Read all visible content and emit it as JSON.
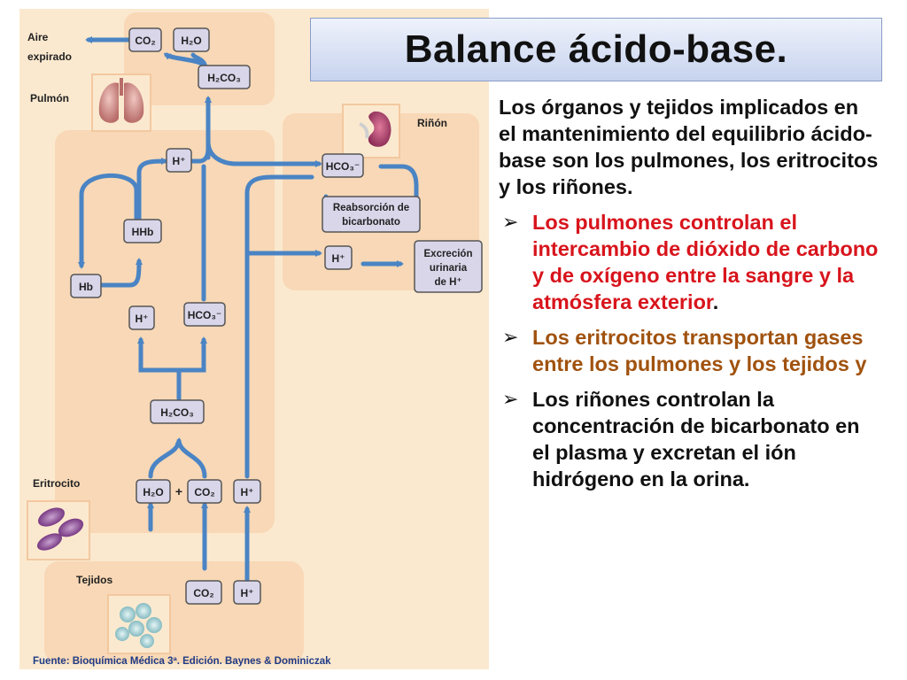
{
  "title": "Balance ácido-base.",
  "intro": "Los órganos y tejidos implicados en el mantenimiento del equilibrio ácido-base son los pulmones, los eritrocitos y los riñones.",
  "bullets": [
    {
      "text": "Los pulmones controlan el intercambio de dióxido de carbono y de oxígeno entre la sangre  y la atmósfera exterior",
      "tail": ".",
      "color": "#d8141c"
    },
    {
      "text": "Los eritrocitos transportan gases entre los pulmones y los tejidos y",
      "tail": "",
      "color": "#a0520e"
    },
    {
      "text": "Los riñones controlan la concentración de bicarbonato en el plasma y excretan el ión hidrógeno en la orina.",
      "tail": "",
      "color": "#111111"
    }
  ],
  "diagram": {
    "regions": {
      "aire": "Aire expirado",
      "pulmon": "Pulmón",
      "rinon": "Riñón",
      "eritrocito": "Eritrocito",
      "tejidos": "Tejidos"
    },
    "boxes": {
      "co2_top": "CO₂",
      "h2o_top": "H₂O",
      "h2co3_top": "H₂CO₃",
      "h_pulm": "H⁺",
      "hco3_ren": "HCO₃⁻",
      "reabs_1": "Reabsorción de",
      "reabs_2": "bicarbonato",
      "h_ren": "H⁺",
      "excr_1": "Excreción",
      "excr_2": "urinaria",
      "excr_3": "de H⁺",
      "hhb": "HHb",
      "hb": "Hb",
      "h_ery": "H⁺",
      "hco3_ery": "HCO₃⁻",
      "h2co3_ery": "H₂CO₃",
      "h2o_ery": "H₂O",
      "plus": "+",
      "co2_ery": "CO₂",
      "h_right": "H⁺",
      "co2_tej": "CO₂",
      "h_tej": "H⁺"
    }
  },
  "source": "Fuente: Bioquímica Médica 3ª. Edición.  Baynes & Dominiczak",
  "colors": {
    "arrow": "#4a84c4",
    "panel": "#fbe9cf",
    "region": "#f8d8b6",
    "box_fill": "#d9d6ea",
    "box_stroke": "#555555"
  }
}
